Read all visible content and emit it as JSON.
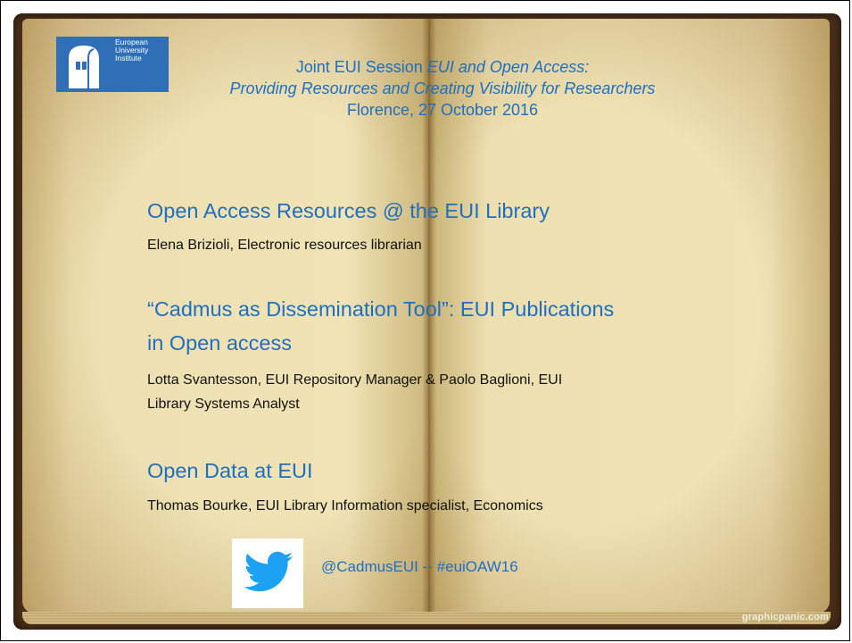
{
  "logo": {
    "line1": "European",
    "line2": "University",
    "line3": "Institute"
  },
  "header": {
    "line1_prefix": "Joint EUI Session ",
    "line1_italic": "EUI and Open Access:",
    "line2": "Providing Resources and Creating Visibility for Researchers",
    "line3": "Florence, 27 October 2016"
  },
  "sections": [
    {
      "title": "Open Access Resources @ the EUI Library",
      "speaker": "Elena Brizioli, Electronic resources librarian"
    },
    {
      "title_line1": "“Cadmus as Dissemination Tool”: EUI Publications",
      "title_line2": "in Open access",
      "speaker_line1": "Lotta Svantesson, EUI Repository Manager & Paolo Baglioni, EUI",
      "speaker_line2": "Library Systems Analyst"
    },
    {
      "title": "Open Data at EUI",
      "speaker": "Thomas Bourke, EUI Library Information specialist, Economics"
    }
  ],
  "social": {
    "icon": "twitter-bird-icon",
    "text": "@CadmusEUI --  #euiOAW16"
  },
  "watermark": "graphicpanic.com",
  "colors": {
    "accent": "#1f6fc0",
    "text": "#111111",
    "twitter": "#1da1f2",
    "logo_bg": "#2f6fb6"
  }
}
